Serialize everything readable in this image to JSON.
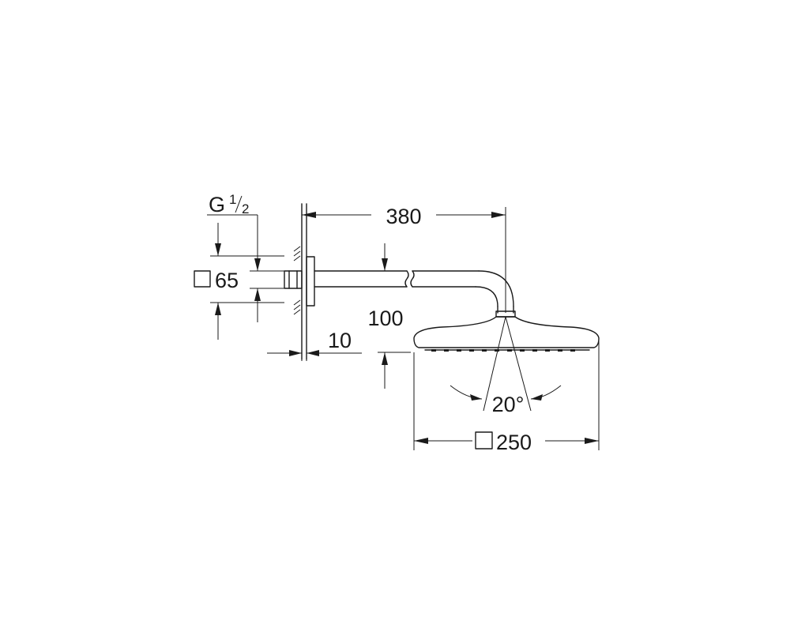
{
  "dimensions": {
    "thread_prefix": "G",
    "thread_num": "1",
    "thread_den": "2",
    "flange_size": "65",
    "arm_length": "380",
    "head_drop": "100",
    "wall_offset": "10",
    "spray_angle": "20°",
    "head_size": "250"
  },
  "symbols": {
    "square_symbol": "square-dimension-icon"
  },
  "colors": {
    "line": "#1a1a1a",
    "background": "#ffffff"
  }
}
